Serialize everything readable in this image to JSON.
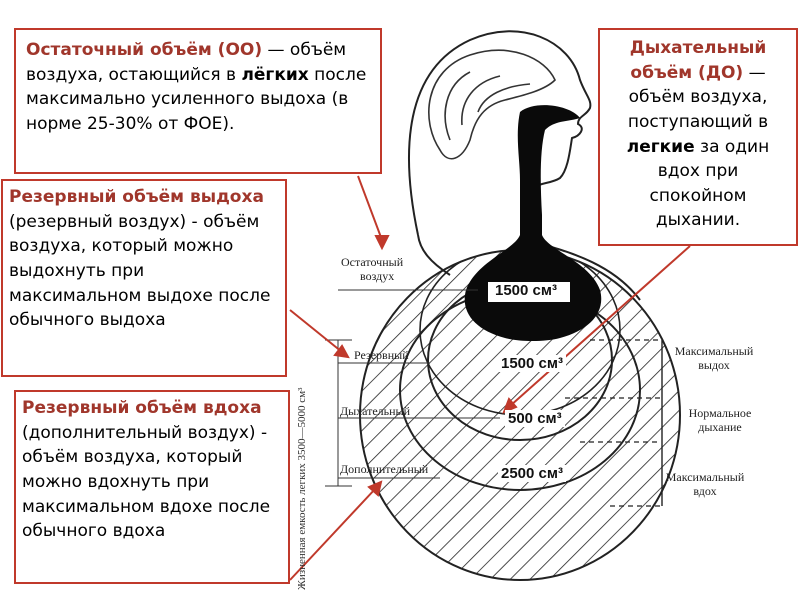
{
  "boxes": {
    "residual": {
      "term": "Остаточный объём (ОО)",
      "dash": " —",
      "text1": " объём воздуха, остающийся в ",
      "bold": "лёгких",
      "text2": " после максимально усиленного выдоха (в норме 25-30% от ФОЕ)."
    },
    "tidal": {
      "term": "Дыхательный объём (ДО)",
      "dash": " —",
      "text1": " объём воздуха, поступающий в ",
      "bold": "легкие",
      "text2": " за один вдох при спокойном дыхании."
    },
    "expiratory_reserve": {
      "term": "Резервный объём выдоха",
      "text": " (резервный воздух) - объём воздуха, который можно выдохнуть при максимальном выдохе после обычного выдоха"
    },
    "inspiratory_reserve": {
      "term": "Резервный объём вдоха",
      "text": " (дополнительный воздух) - объём воздуха, который можно вдохнуть при максимальном вдохе после обычного вдоха"
    }
  },
  "diagram": {
    "vertical_caption": "Жизненная емкость легких 3500—5000 см³",
    "left_labels": {
      "residual_line1": "Остаточный",
      "residual_line2": "воздух",
      "reserve": "Резервный",
      "tidal": "Дыхательный",
      "additional": "Дополнительный"
    },
    "volumes": {
      "residual": "1500 см³",
      "reserve": "1500 см³",
      "tidal": "500 см³",
      "additional": "2500 см³"
    },
    "right_labels": {
      "max_exhale_1": "Максимальный",
      "max_exhale_2": "выдох",
      "normal_1": "Нормальное",
      "normal_2": "дыхание",
      "max_inhale_1": "Максимальный",
      "max_inhale_2": "вдох"
    }
  },
  "colors": {
    "accent": "#c0392b",
    "term": "#a0362b",
    "ink": "#111111"
  }
}
